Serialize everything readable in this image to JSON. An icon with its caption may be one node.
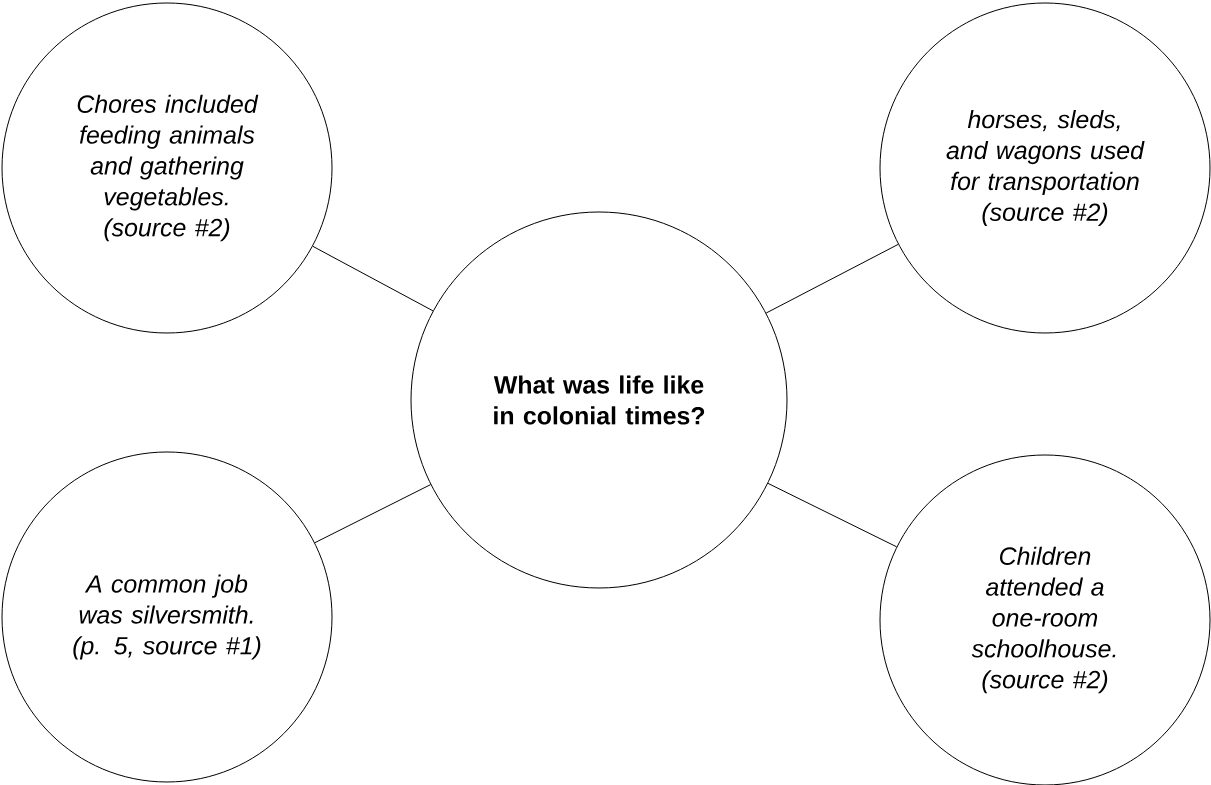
{
  "diagram": {
    "nodes": [
      {
        "text": [
          "What was life like in colonial times?"
        ]
      },
      {
        "text": [
          "Chores included feeding animals and gathering vegetables.",
          "(source #2)"
        ]
      },
      {
        "text": [
          "horses, sleds, and wagons used for transportation",
          "(source #2)"
        ]
      },
      {
        "text": [
          "A common job was silversmith.",
          "(p. 5, source #1)"
        ]
      },
      {
        "text": [
          "Children attended a one-room schoolhouse.",
          "(source #2)"
        ]
      }
    ],
    "edges": [
      {
        "from": 0,
        "to": 1,
        "arrow": "none"
      },
      {
        "from": 0,
        "to": 2,
        "arrow": "none"
      },
      {
        "from": 0,
        "to": 3,
        "arrow": "none"
      },
      {
        "from": 0,
        "to": 4,
        "arrow": "none"
      }
    ]
  }
}
